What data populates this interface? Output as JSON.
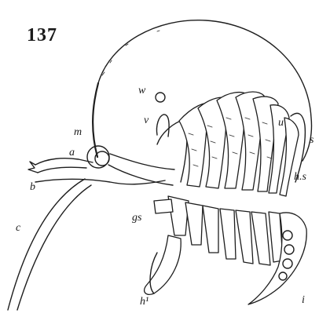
{
  "figure": {
    "number": "137",
    "labels": {
      "w": "w",
      "v": "v",
      "m": "m",
      "a": "a",
      "b": "b",
      "c": "c",
      "u": "u",
      "s": "s",
      "hs": "h.s",
      "gs": "gs",
      "h1": "h¹",
      "i": "i"
    }
  }
}
